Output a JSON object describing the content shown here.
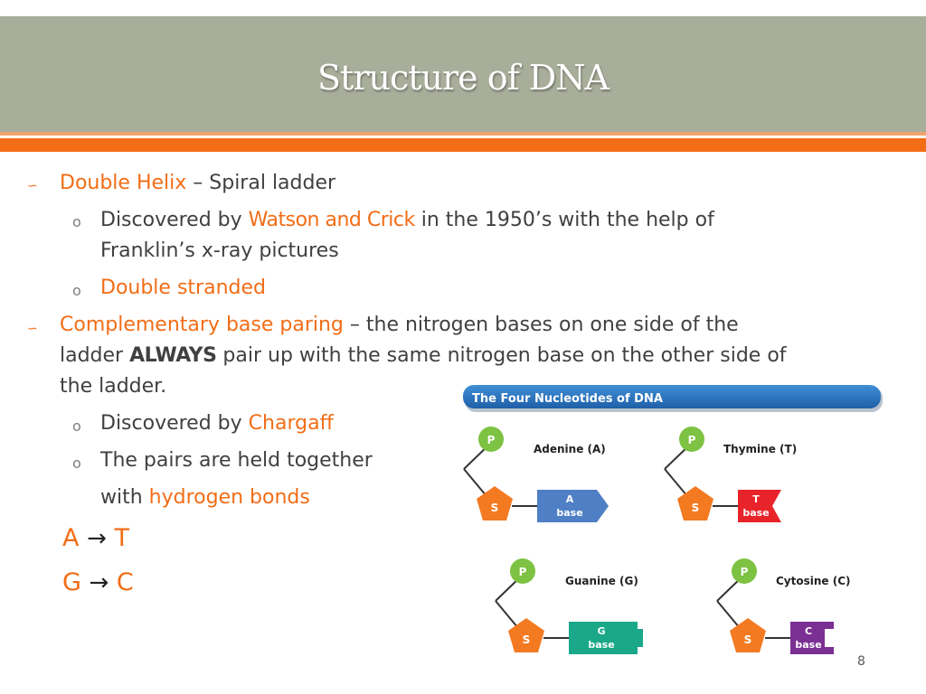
{
  "slide": {
    "title": "Structure of DNA",
    "page_number": "8",
    "colors": {
      "accent": "#f26d16",
      "header": "#a9ae9b",
      "text": "#404040"
    },
    "bullet_icon": "infinity-flourish-icon"
  },
  "bullets": {
    "b1": {
      "highlight": "Double Helix",
      "rest": " – Spiral ladder"
    },
    "b1_1": {
      "pre": "Discovered by ",
      "highlight": "Watson and Crick",
      "post": " in the 1950’s with the help of",
      "line2": "Franklin’s x-ray pictures"
    },
    "b1_2": {
      "highlight": "Double stranded"
    },
    "b2": {
      "highlight": "Complementary base paring",
      "rest": " – the nitrogen bases on one side of the",
      "line2_pre": "ladder ",
      "line2_bold": "ALWAYS",
      "line2_post": " pair up with the same nitrogen base on the other side of",
      "line3": "the ladder."
    },
    "b2_1": {
      "pre": "Discovered by ",
      "highlight": "Chargaff"
    },
    "b2_2": {
      "text": "The pairs are held together",
      "line2_pre": "with ",
      "line2_highlight": "hydrogen bonds"
    }
  },
  "pairs": [
    {
      "left": "A",
      "arrow": "→",
      "right": "T"
    },
    {
      "left": "G",
      "arrow": "→",
      "right": "C"
    }
  ],
  "figure": {
    "title": "The Four Nucleotides of DNA",
    "phosphate": "P",
    "sugar": "S",
    "nucleotides": [
      {
        "name": "Adenine (A)",
        "letter": "A",
        "base": "base",
        "color": "#4f7fc4"
      },
      {
        "name": "Thymine (T)",
        "letter": "T",
        "base": "base",
        "color": "#e8232a"
      },
      {
        "name": "Guanine (G)",
        "letter": "G",
        "base": "base",
        "color": "#1aa889"
      },
      {
        "name": "Cytosine (C)",
        "letter": "C",
        "base": "base",
        "color": "#7a2f93"
      }
    ],
    "phosphate_color": "#7dc242",
    "sugar_color": "#f37a21"
  }
}
